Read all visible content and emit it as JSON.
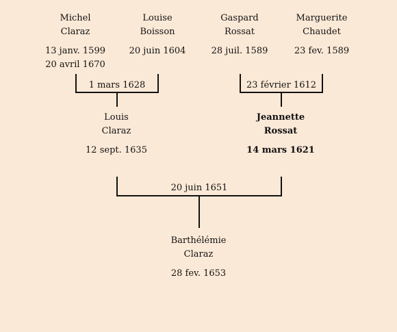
{
  "colors": {
    "background": "#fbe9d7",
    "text": "#111111",
    "lines": "#111111"
  },
  "people": {
    "michel": {
      "first": "Michel",
      "last": "Claraz",
      "birth": "13 janv. 1599",
      "death": "20 avril 1670"
    },
    "louise": {
      "first": "Louise",
      "last": "Boisson",
      "birth": "20 juin 1604"
    },
    "gaspard": {
      "first": "Gaspard",
      "last": "Rossat",
      "birth": "28 juil. 1589"
    },
    "marguerite": {
      "first": "Marguerite",
      "last": "Chaudet",
      "birth": "23 fev. 1589"
    },
    "louis": {
      "first": "Louis",
      "last": "Claraz",
      "birth": "12 sept. 1635"
    },
    "jeannette": {
      "first": "Jeannette",
      "last": "Rossat",
      "birth": "14 mars 1621"
    },
    "barthelemie": {
      "first": "Barthélémie",
      "last": "Claraz",
      "birth": "28 fev. 1653"
    }
  },
  "marriages": {
    "claraz_boisson": "1 mars 1628",
    "rossat_chaudet": "23 février 1612",
    "louis_jeannette": "20 juin 1651"
  }
}
